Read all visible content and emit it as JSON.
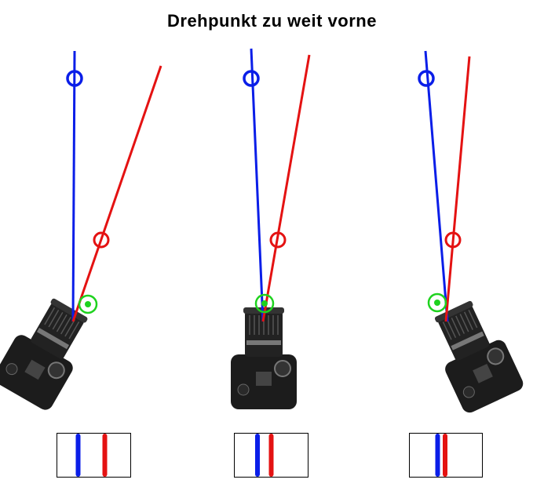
{
  "title": "Drehpunkt zu weit vorne",
  "colors": {
    "blue": "#0a1ee8",
    "red": "#e41212",
    "green": "#1ed21e",
    "camera": "#1a1a1a"
  },
  "panels": [
    {
      "name": "left",
      "camera_rotation_deg": 30
    },
    {
      "name": "center",
      "camera_rotation_deg": 0
    },
    {
      "name": "right",
      "camera_rotation_deg": -25
    }
  ]
}
